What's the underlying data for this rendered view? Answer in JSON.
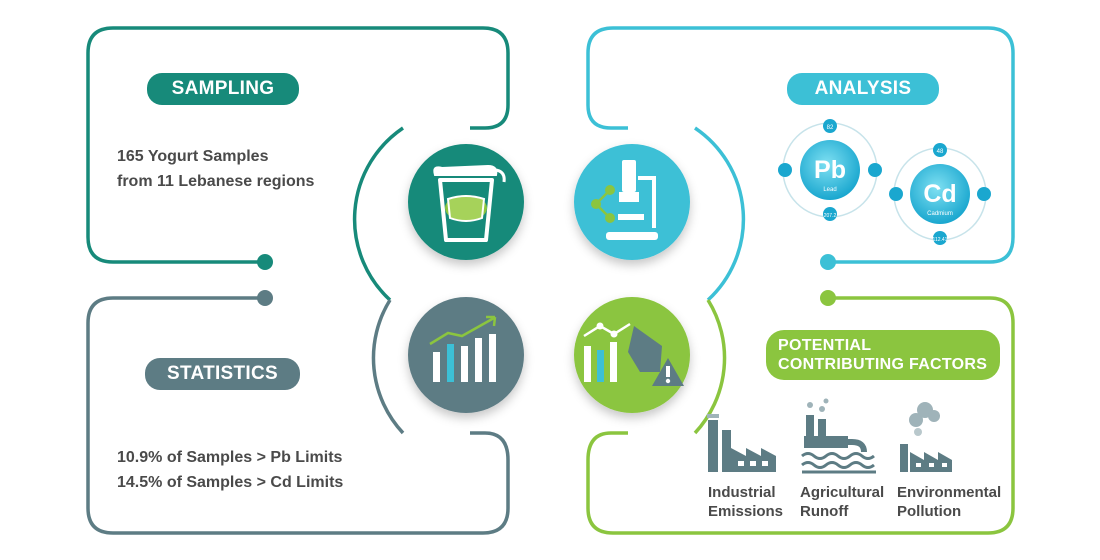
{
  "sampling": {
    "title": "SAMPLING",
    "line1": "165 Yogurt Samples",
    "line2": "from 11 Lebanese regions"
  },
  "analysis": {
    "title": "ANALYSIS",
    "pb": {
      "symbol": "Pb",
      "name": "Lead",
      "number": "82",
      "mass": "207.2"
    },
    "cd": {
      "symbol": "Cd",
      "name": "Cadmium",
      "number": "48",
      "mass": "112.41"
    }
  },
  "statistics": {
    "title": "STATISTICS",
    "line1": "10.9% of Samples > Pb Limits",
    "line2": "14.5% of Samples > Cd Limits"
  },
  "factors": {
    "title_line1": "POTENTIAL",
    "title_line2": "CONTRIBUTING FACTORS",
    "items": [
      {
        "line1": "Industrial",
        "line2": "Emissions",
        "icon": "factory-icon"
      },
      {
        "line1": "Agricultural",
        "line2": "Runoff",
        "icon": "agricultural-runoff-icon"
      },
      {
        "line1": "Environmental",
        "line2": "Pollution",
        "icon": "pollution-factory-icon"
      }
    ]
  },
  "colors": {
    "sampling": "#178a7a",
    "analysis": "#3cc0d6",
    "statistics": "#5d7c84",
    "factors": "#8bc53f",
    "text": "#4a4a4a"
  }
}
